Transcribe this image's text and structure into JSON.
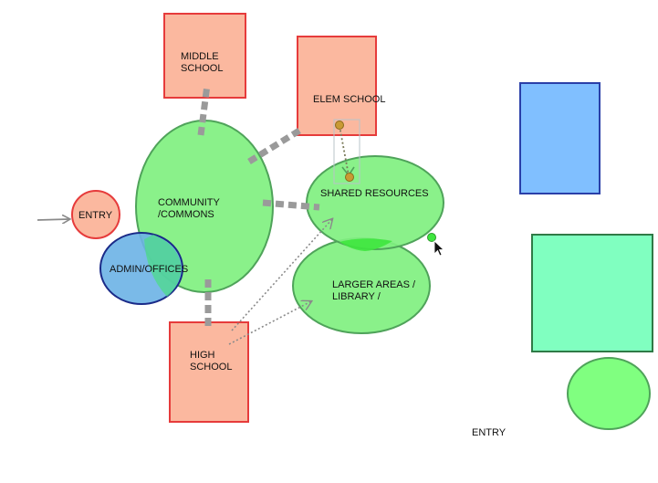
{
  "diagram": {
    "labels": {
      "middle_school": "MIDDLE\nSCHOOL",
      "elem_school": "ELEM SCHOOL",
      "community": "COMMUNITY\n/COMMONS",
      "entry_left": "ENTRY",
      "admin": "ADMIN/OFFICES",
      "shared_resources": "SHARED RESOURCES",
      "larger_areas": "LARGER AREAS /\nLIBRARY /",
      "high_school": "HIGH\nSCHOOL",
      "entry_right": "ENTRY"
    },
    "colors": {
      "school_fill": "#fbb89f",
      "school_stroke": "#e63b3b",
      "green_fill": "#7ef07e",
      "green_stroke": "#4fa35a",
      "blue_fill": "#80bfff",
      "blue_stroke": "#2a3fa8",
      "teal_fill": "#80ffc0",
      "teal_stroke": "#2f7a46",
      "admin_fill": "#6cb3e6",
      "admin_stroke": "#1a2a88",
      "link_gray": "#9a9a9a",
      "handle_gold": "#c99a34"
    }
  }
}
